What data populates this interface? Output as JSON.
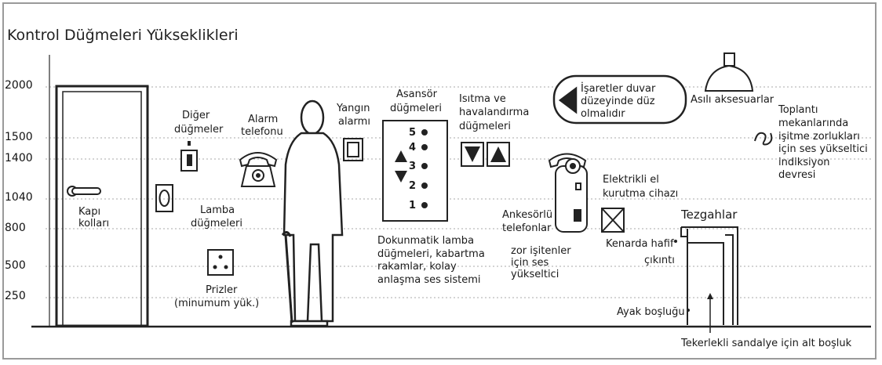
{
  "title": "Kontrol Düğmeleri Yükseklikleri",
  "height_labels": [
    "2000",
    "1500",
    "1400",
    "1040",
    "800",
    "500",
    "250"
  ],
  "labels": {
    "door_handle": [
      "Kapı",
      "kolları"
    ],
    "other_buttons": [
      "Diğer",
      "düğmeler"
    ],
    "alarm_phone": [
      "Alarm",
      "telefonu"
    ],
    "fire_alarm": [
      "Yangın",
      "alarmı"
    ],
    "elevator_buttons": [
      "Asansör",
      "düğmeleri"
    ],
    "elevator_numbers": [
      "5",
      "4",
      "3",
      "2",
      "1"
    ],
    "hvac_buttons": [
      "Isıtma ve",
      "havalandırma",
      "düğmeleri"
    ],
    "signs": [
      "İşaretler duvar",
      "düzeyinde düz",
      "olmalıdır"
    ],
    "hanging_accessories": "Asılı aksesuarlar",
    "meeting_rooms": [
      "Toplantı",
      "mekanlarında",
      "işitme zorlukları",
      "için ses yükseltici",
      "indiksiyon",
      "devresi"
    ],
    "light_switches": [
      "Lamba",
      "düğmeleri"
    ],
    "sockets": [
      "Prizler",
      "(minumum yük.)"
    ],
    "touch_switches": [
      "Dokunmatik lamba",
      "düğmeleri, kabartma",
      "rakamlar, kolay",
      "anlaşma ses sistemi"
    ],
    "handset_phones": [
      "Ankesörlü",
      "telefonlar"
    ],
    "hearing_amplifier": [
      "zor işitenler",
      "için ses",
      "yükseltici"
    ],
    "hand_dryer": [
      "Elektrikli el",
      "kurutma cihazı"
    ],
    "counters": "Tezgahlar",
    "edge_protrusion": [
      "Kenarda hafif",
      "çıkıntı"
    ],
    "foot_space": "Ayak boşluğu",
    "wheelchair_space": "Tekerlekli sandalye için alt boşluk"
  }
}
